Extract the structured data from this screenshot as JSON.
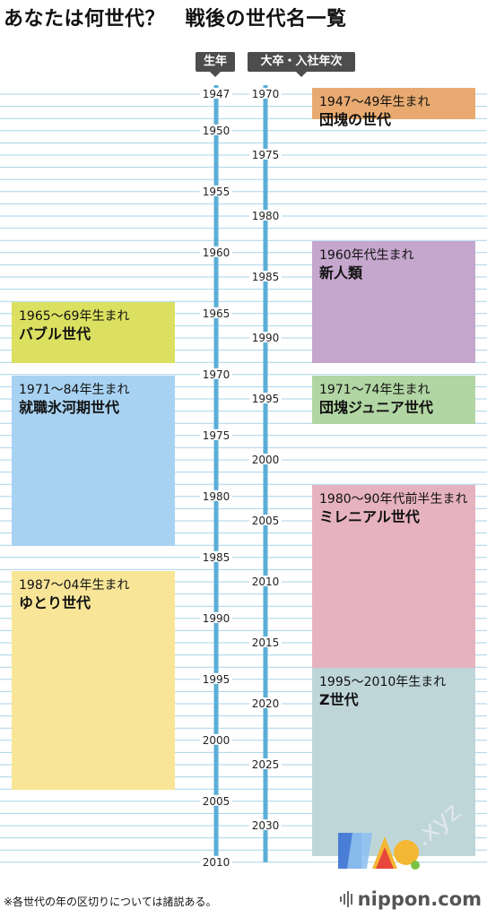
{
  "title": "あなたは何世代？　戦後の世代名一覧",
  "axis_tags": {
    "birth_label": "生年",
    "grad_label": "大卒・入社年次"
  },
  "footnote": "※各世代の年の区切りについては諸説ある。",
  "brand": {
    "name": "nippon.com"
  },
  "watermark_text": ".xyz",
  "colors": {
    "rule": "#a9d3e8",
    "axis": "#5aaed6",
    "dangos": "#e8aa70",
    "shinjinrui": "#c5a6cd",
    "bubble": "#dbe060",
    "ice_age": "#a8d2f2",
    "dangos_jr": "#b1d5a3",
    "millennial": "#e6b2c0",
    "yutori": "#f8e598",
    "gen_z": "#bfd6d9"
  },
  "chart_data": {
    "type": "timeline",
    "birth_axis": {
      "label": "生年",
      "range": [
        1947,
        2010
      ],
      "ticks": [
        1947,
        1950,
        1955,
        1960,
        1965,
        1970,
        1975,
        1980,
        1985,
        1990,
        1995,
        2000,
        2005,
        2010
      ]
    },
    "grad_axis": {
      "label": "大卒・入社年次",
      "range": [
        1970,
        2033
      ],
      "ticks": [
        1970,
        1975,
        1980,
        1985,
        1990,
        1995,
        2000,
        2005,
        2010,
        2015,
        2020,
        2025,
        2030
      ]
    },
    "generations": [
      {
        "id": "dangos",
        "side": "right",
        "years_label": "1947〜49年生まれ",
        "name": "団塊の世代",
        "start": 1947,
        "end": 1949.6,
        "color_key": "dangos"
      },
      {
        "id": "shinjinrui",
        "side": "right",
        "years_label": "1960年代生まれ",
        "name": "新人類",
        "start": 1959.6,
        "end": 1969.6,
        "color_key": "shinjinrui"
      },
      {
        "id": "bubble",
        "side": "left",
        "years_label": "1965〜69年生まれ",
        "name": "バブル世代",
        "start": 1964.6,
        "end": 1969.6,
        "color_key": "bubble"
      },
      {
        "id": "ice_age",
        "side": "left",
        "years_label": "1971〜84年生まれ",
        "name": "就職氷河期世代",
        "start": 1970.6,
        "end": 1984.6,
        "color_key": "ice_age"
      },
      {
        "id": "dangos_jr",
        "side": "right",
        "years_label": "1971〜74年生まれ",
        "name": "団塊ジュニア世代",
        "start": 1970.6,
        "end": 1974.6,
        "color_key": "dangos_jr"
      },
      {
        "id": "millennial",
        "side": "right",
        "years_label": "1980〜90年代前半生まれ",
        "name": "ミレニアル世代",
        "start": 1979.6,
        "end": 1994.6,
        "color_key": "millennial"
      },
      {
        "id": "yutori",
        "side": "left",
        "years_label": "1987〜04年生まれ",
        "name": "ゆとり世代",
        "start": 1986.6,
        "end": 2004.6,
        "color_key": "yutori"
      },
      {
        "id": "gen_z",
        "side": "right",
        "years_label": "1995〜2010年生まれ",
        "name": "Z世代",
        "start": 1994.6,
        "end": 2010,
        "color_key": "gen_z"
      }
    ]
  }
}
